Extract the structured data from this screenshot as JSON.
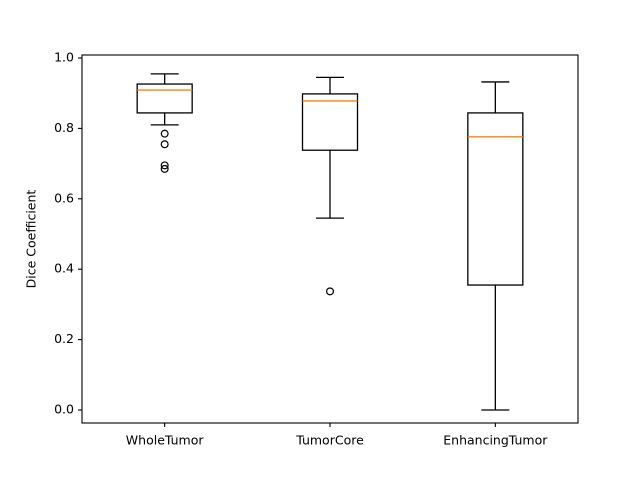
{
  "chart_data": {
    "type": "box",
    "title": "",
    "xlabel": "",
    "ylabel": "Dice Coefficient",
    "ylim": [
      0.0,
      1.0
    ],
    "yticks": [
      "0.0",
      "0.2",
      "0.4",
      "0.6",
      "0.8",
      "1.0"
    ],
    "ytick_values": [
      0.0,
      0.2,
      0.4,
      0.6,
      0.8,
      1.0
    ],
    "grid": false,
    "legend": null,
    "categories": [
      "WholeTumor",
      "TumorCore",
      "EnhancingTumor"
    ],
    "boxes": [
      {
        "label": "WholeTumor",
        "whisker_low": 0.81,
        "q1": 0.844,
        "median": 0.909,
        "q3": 0.926,
        "whisker_high": 0.955,
        "outliers": [
          0.785,
          0.755,
          0.695,
          0.685
        ]
      },
      {
        "label": "TumorCore",
        "whisker_low": 0.545,
        "q1": 0.738,
        "median": 0.878,
        "q3": 0.898,
        "whisker_high": 0.945,
        "outliers": [
          0.337
        ]
      },
      {
        "label": "EnhancingTumor",
        "whisker_low": 0.0,
        "q1": 0.355,
        "median": 0.776,
        "q3": 0.844,
        "whisker_high": 0.932,
        "outliers": []
      }
    ],
    "colors": {
      "box_edge": "#000000",
      "median": "#ff7f0e",
      "whisker": "#000000",
      "flier_edge": "#000000",
      "axis": "#000000",
      "background": "#ffffff"
    }
  },
  "axes": {
    "ylabel": "Dice Coefficient",
    "ytick_labels": [
      "1.0",
      "0.8",
      "0.6",
      "0.4",
      "0.2",
      "0.0"
    ],
    "xtick_labels": [
      "WholeTumor",
      "TumorCore",
      "EnhancingTumor"
    ]
  }
}
